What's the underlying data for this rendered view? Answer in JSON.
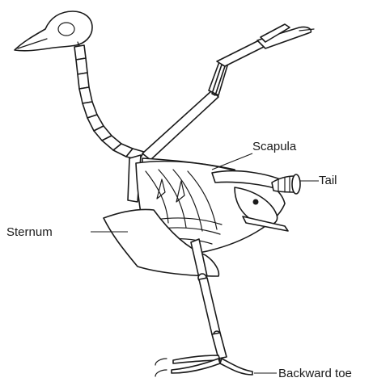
{
  "labels": {
    "scapula": "Scapula",
    "tail": "Tail",
    "sternum": "Sternum",
    "backward_toe": "Backward toe"
  }
}
